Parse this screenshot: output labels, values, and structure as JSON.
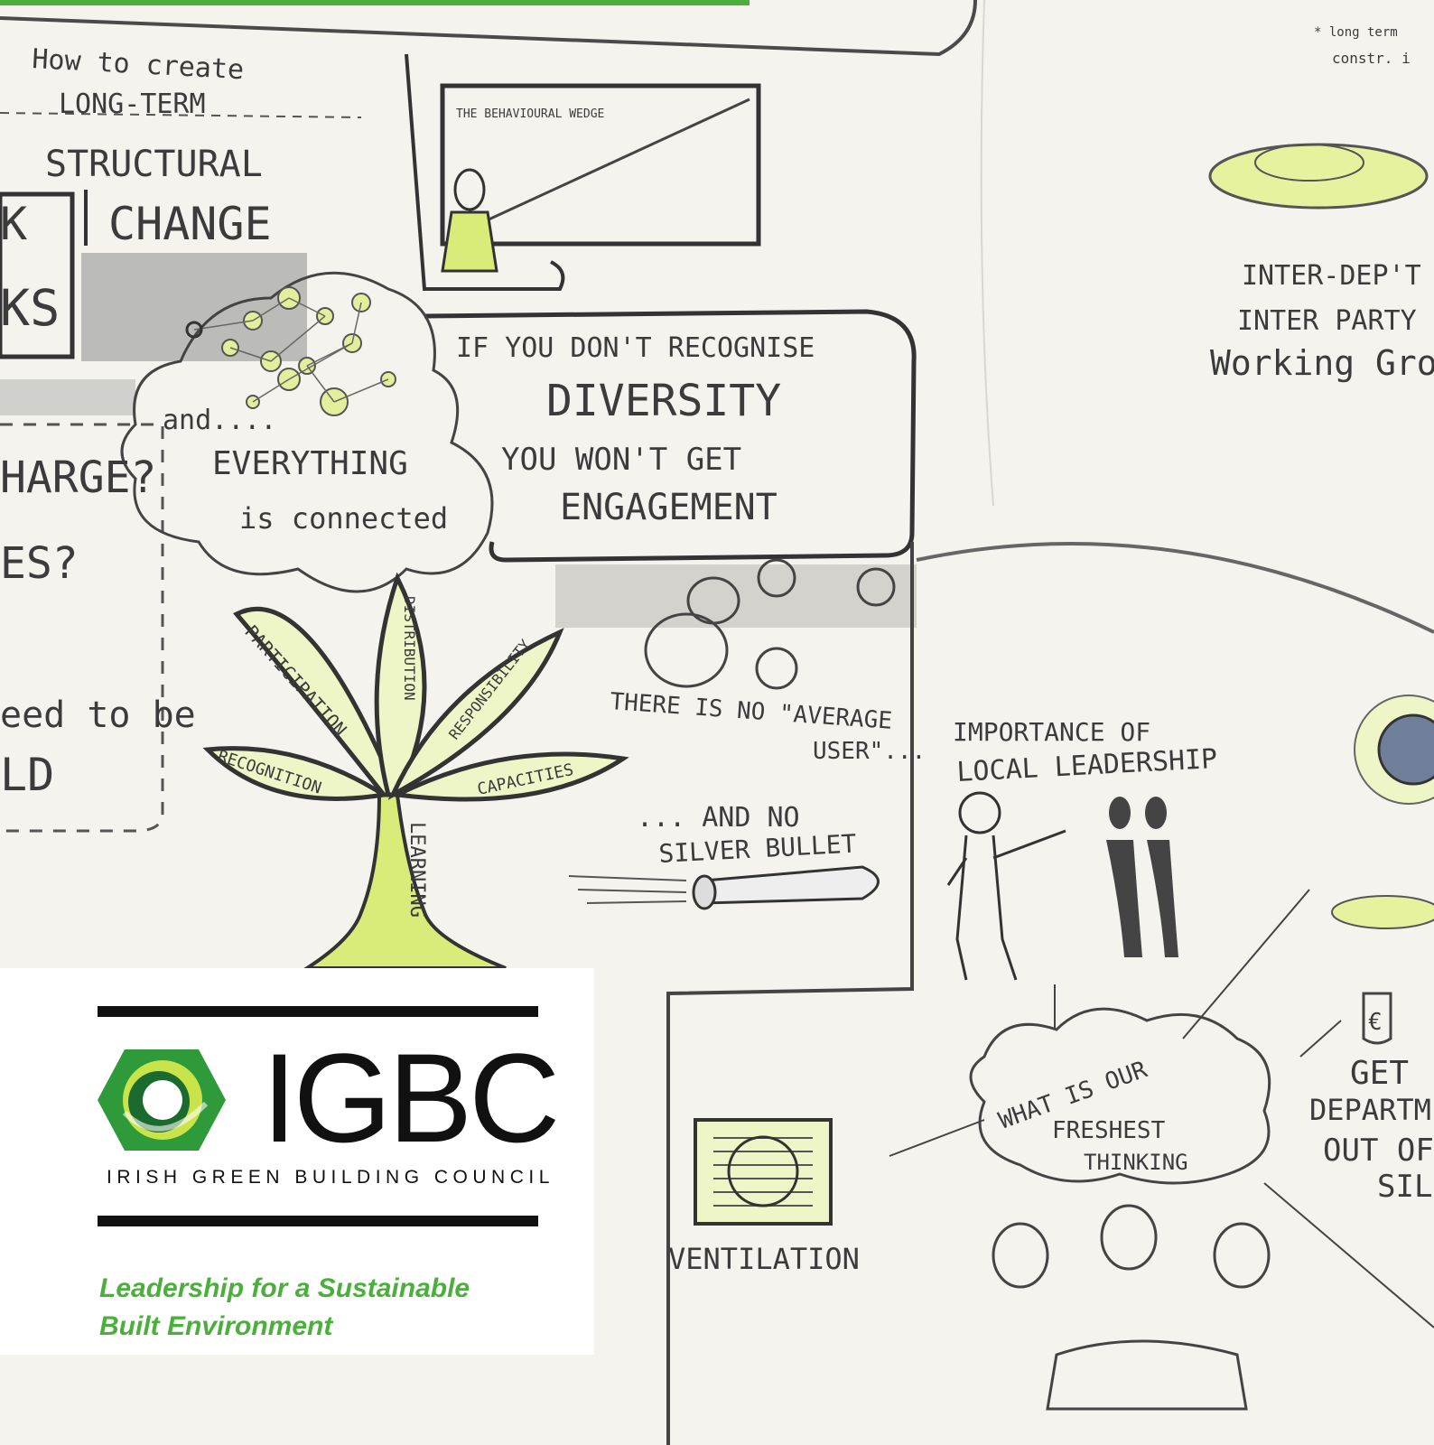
{
  "sketch": {
    "long_term_heading": "How to create",
    "long_term": "LONG-TERM",
    "structural": "STRUCTURAL",
    "change": "CHANGE",
    "ks": "KS",
    "k": "K",
    "wedge": "THE BEHAVIOURAL WEDGE",
    "and": "and....",
    "everything": "EVERYTHING",
    "connected": "is connected",
    "quote_1": "IF YOU DON'T RECOGNISE",
    "quote_2": "DIVERSITY",
    "quote_3": "YOU WON'T GET",
    "quote_4": "ENGAGEMENT",
    "charge": "HARGE?",
    "es": "ES?",
    "need_to_be": "eed to be",
    "ld": "LD",
    "leaves": [
      "PARTICIPATION",
      "DISTRIBUTION",
      "RESPONSIBILITY",
      "RECOGNITION",
      "CAPACITIES"
    ],
    "learning": "LEARNING",
    "no_average_1": "THERE IS NO \"AVERAGE",
    "no_average_2": "USER\"...",
    "silver_1": "... AND NO",
    "silver_2": "SILVER BULLET",
    "leadership_1": "IMPORTANCE OF",
    "leadership_2": "LOCAL LEADERSHIP",
    "inter_1": "INTER-DEP'T",
    "inter_2": "INTER PARTY",
    "inter_3": "Working Gro",
    "long_term_note_1": "* long term",
    "long_term_note_2": "constr. i",
    "fresh_1": "WHAT IS OUR",
    "fresh_2": "FRESHEST",
    "fresh_3": "THINKING",
    "ventilation": "VENTILATION",
    "get_1": "GET",
    "get_2": "DEPARTM",
    "get_3": "OUT OF",
    "get_4": "SIL",
    "euro": "€"
  },
  "logo": {
    "name": "IGBC",
    "subtitle": "IRISH GREEN BUILDING COUNCIL",
    "tagline_1": "Leadership for a Sustainable",
    "tagline_2": "Built Environment",
    "colors": {
      "green": "#4caf3d",
      "light_green": "#c9e34a",
      "dark_green": "#1b6b2e"
    }
  }
}
